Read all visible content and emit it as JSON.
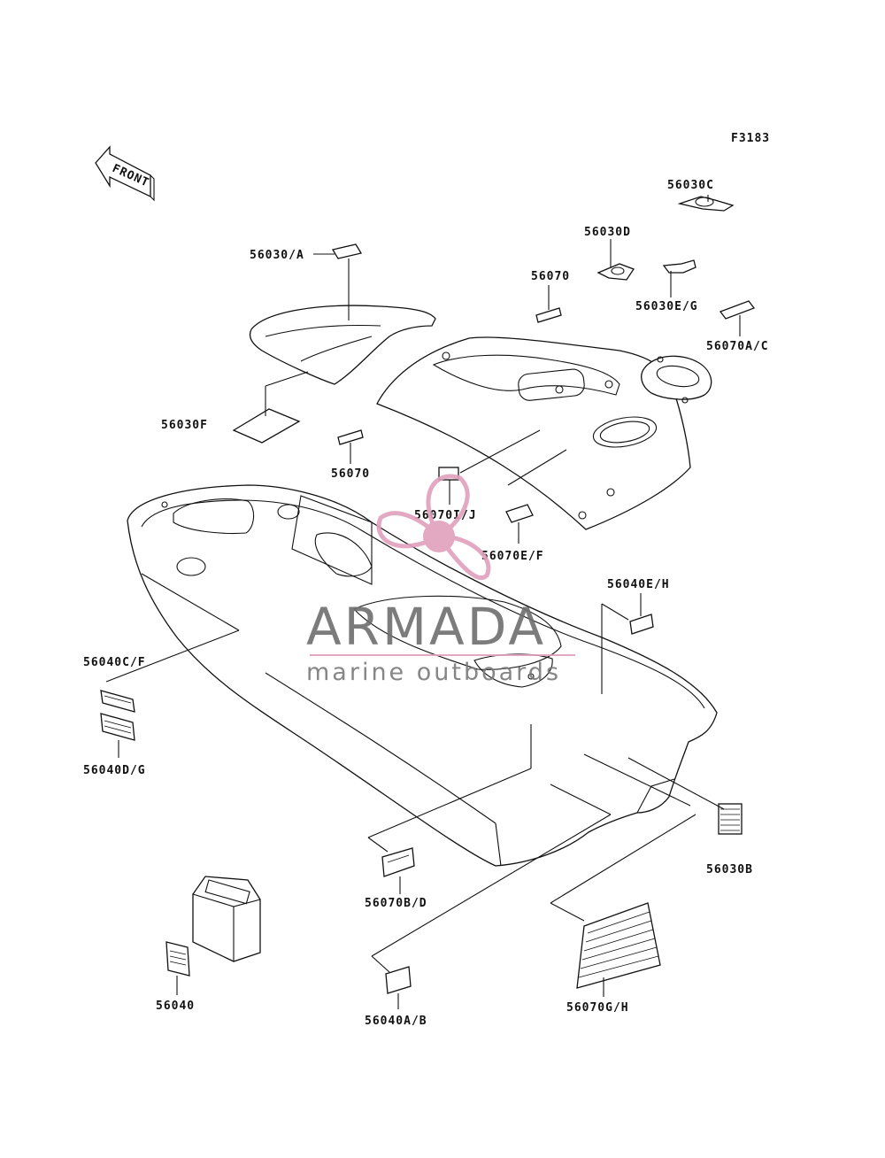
{
  "figure_code": "F3183",
  "direction_arrow_text": "FRONT",
  "watermark": {
    "title": "ARMADA",
    "subtitle": "marine outboards",
    "logo_color": "#e0a0bc",
    "text_color": "#6e6e6e"
  },
  "callouts": {
    "p56030A": "56030/A",
    "p56030F": "56030F",
    "p56070_top": "56070",
    "p56070_mid": "56070",
    "p56030D": "56030D",
    "p56030C": "56030C",
    "p56030EG": "56030E/G",
    "p56070AC": "56070A/C",
    "p56070IJ": "56070I/J",
    "p56070EF": "56070E/F",
    "p56040EH": "56040E/H",
    "p56040CF": "56040C/F",
    "p56040DG": "56040D/G",
    "p56030B": "56030B",
    "p56070BD": "56070B/D",
    "p56040": "56040",
    "p56040AB": "56040A/B",
    "p56070GH": "56070G/H"
  }
}
